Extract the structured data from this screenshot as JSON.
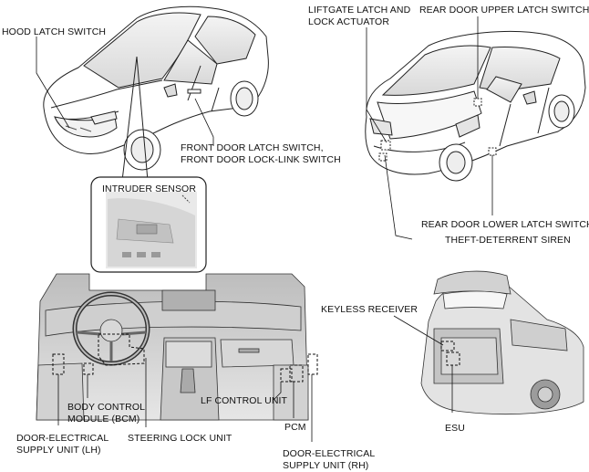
{
  "labels": {
    "hood_latch_switch": "HOOD LATCH SWITCH",
    "front_door_switch_line1": "FRONT DOOR LATCH SWITCH,",
    "front_door_switch_line2": "FRONT DOOR LOCK-LINK SWITCH",
    "intruder_sensor": "INTRUDER SENSOR",
    "liftgate_line1": "LIFTGATE LATCH AND",
    "liftgate_line2": "LOCK ACTUATOR",
    "rear_door_upper": "REAR DOOR UPPER LATCH SWITCH",
    "rear_door_lower": "REAR DOOR LOWER LATCH SWITCH",
    "theft_siren": "THEFT-DETERRENT SIREN",
    "keyless_receiver": "KEYLESS RECEIVER",
    "esu": "ESU",
    "bcm_line1": "BODY CONTROL",
    "bcm_line2": "MODULE (BCM)",
    "lf_control_unit": "LF CONTROL UNIT",
    "desu_lh_line1": "DOOR-ELECTRICAL",
    "desu_lh_line2": "SUPPLY UNIT (LH)",
    "steering_lock_unit": "STEERING LOCK UNIT",
    "pcm": "PCM",
    "desu_rh_line1": "DOOR-ELECTRICAL",
    "desu_rh_line2": "SUPPLY UNIT (RH)"
  }
}
